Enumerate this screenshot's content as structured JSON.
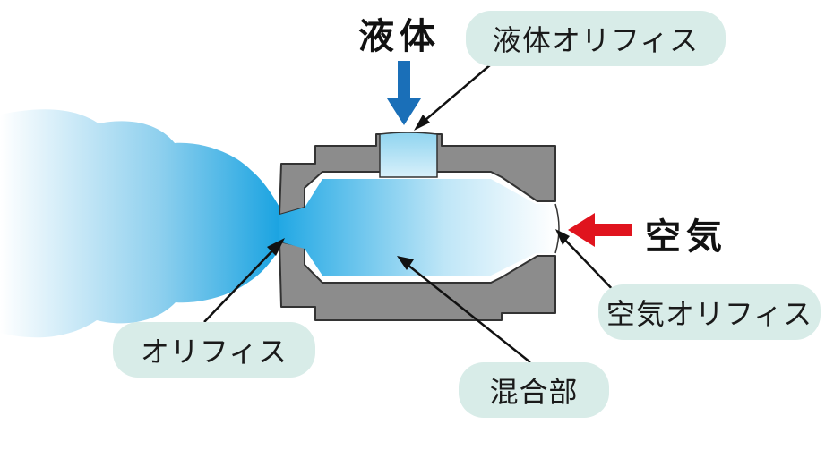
{
  "labels": {
    "liquid": "液体",
    "air": "空気",
    "liquid_orifice": "液体オリフィス",
    "air_orifice": "空気オリフィス",
    "orifice": "オリフィス",
    "mixing_section": "混合部"
  },
  "colors": {
    "body_gray": "#8c8c8c",
    "body_outline": "#333333",
    "callout_fill": "#d8ece8",
    "liquid_arrow": "#1a6fb8",
    "air_arrow": "#e0141e",
    "spray_blue": "#1aa3e0"
  }
}
